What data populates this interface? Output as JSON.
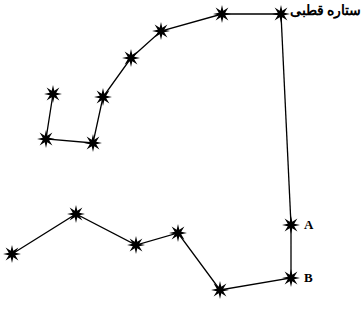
{
  "diagram": {
    "labels": [
      "ستاره قطبی",
      "A",
      "B"
    ]
  }
}
